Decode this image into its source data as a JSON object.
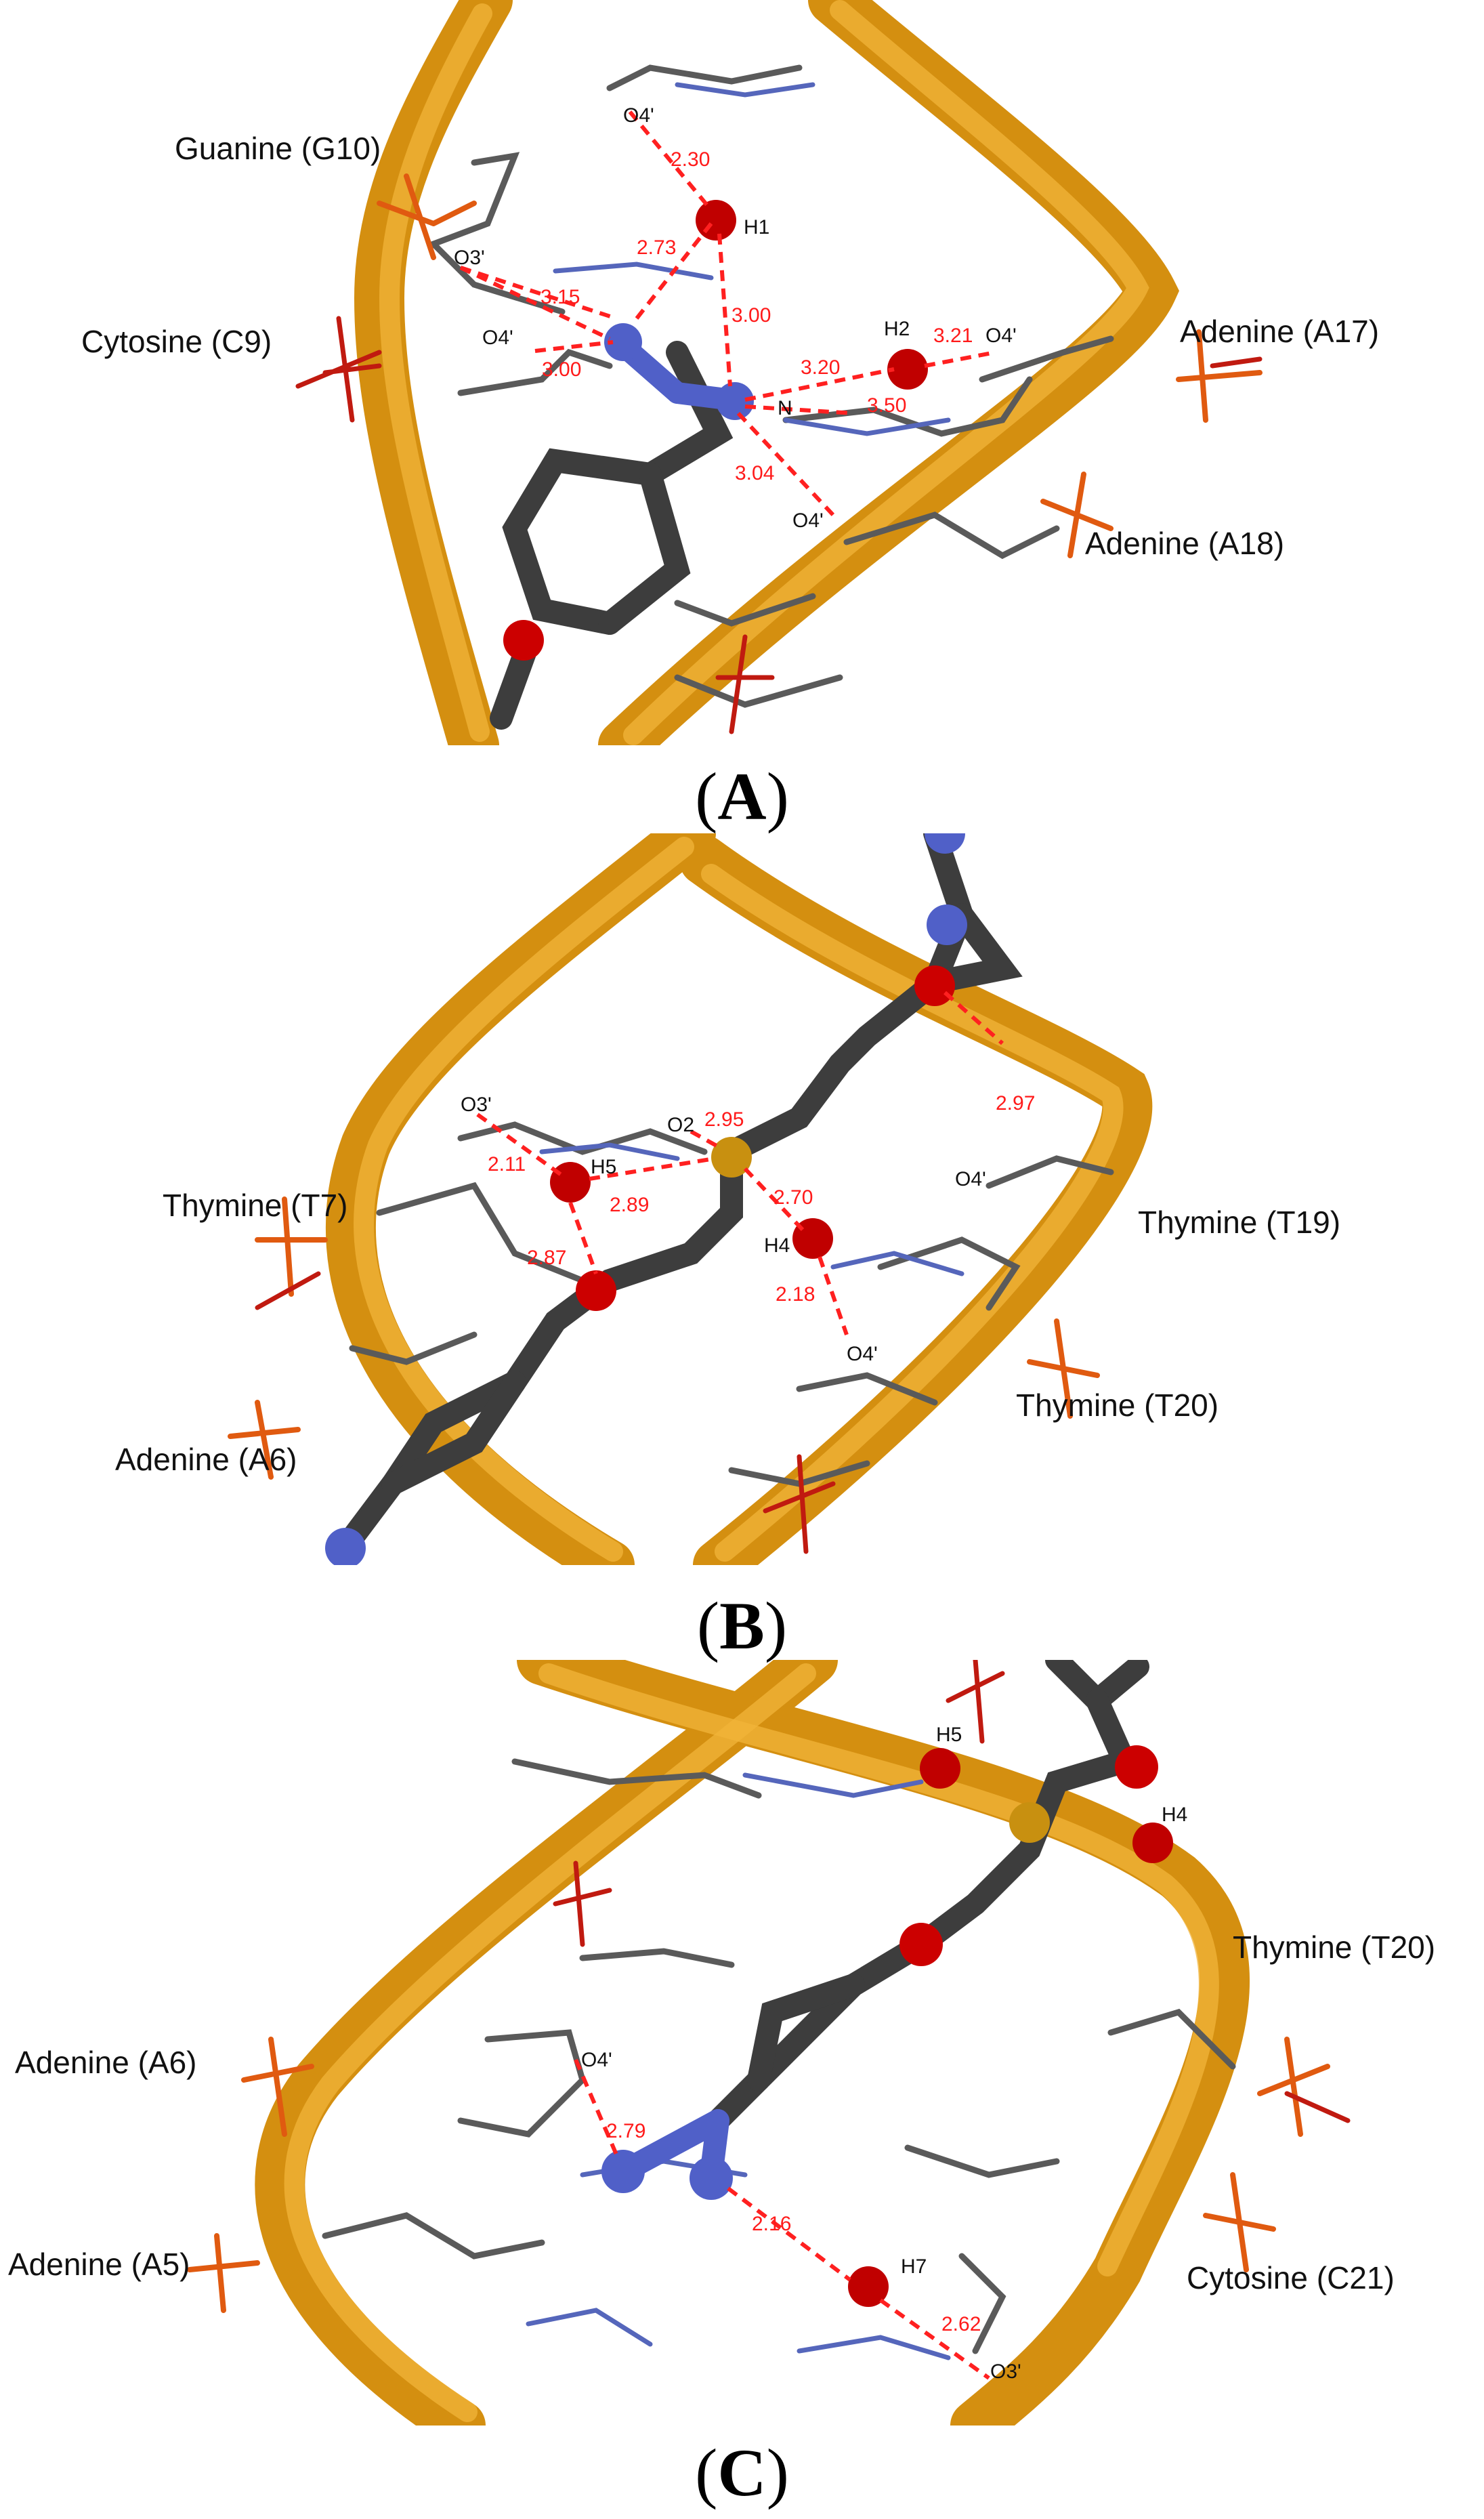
{
  "colors": {
    "ribbon": "#d48f10",
    "ribbon_highlight": "#f2b43a",
    "hbond": "#ff2020",
    "water": "#c00000",
    "carbon": "#404040",
    "nitrogen": "#5060c8",
    "sulfur": "#c89010",
    "oxygen": "#cc0000",
    "phosphate": "#e05a10"
  },
  "panels": {
    "a": {
      "caption": {
        "open": "(",
        "letter": "A",
        "close": ")"
      },
      "residues": {
        "g10": "Guanine (G10)",
        "c9": "Cytosine (C9)",
        "a17": "Adenine (A17)",
        "a18": "Adenine (A18)"
      },
      "atoms": {
        "o4_top": "O4'",
        "h1": "H1",
        "o3": "O3'",
        "o4_left": "O4'",
        "h2": "H2",
        "o4_right": "O4'",
        "n": "N",
        "o4_bottom": "O4'"
      },
      "distances": {
        "d230": "2.30",
        "d273": "2.73",
        "d315": "3.15",
        "d300a": "3.00",
        "d300b": "3.00",
        "d320": "3.20",
        "d321": "3.21",
        "d350": "3.50",
        "d304": "3.04"
      }
    },
    "b": {
      "caption": {
        "open": "(",
        "letter": "B",
        "close": ")"
      },
      "residues": {
        "t7": "Thymine (T7)",
        "t19": "Thymine (T19)",
        "t20": "Thymine (T20)",
        "a6": "Adenine (A6)"
      },
      "atoms": {
        "o3": "O3'",
        "o2": "O2",
        "h5": "H5",
        "o4_right": "O4'",
        "h4": "H4",
        "o4_bottom": "O4'"
      },
      "distances": {
        "d295": "2.95",
        "d297": "2.97",
        "d211": "2.11",
        "d289": "2.89",
        "d270": "2.70",
        "d287": "2.87",
        "d218": "2.18"
      }
    },
    "c": {
      "caption": {
        "open": "(",
        "letter": "C",
        "close": ")"
      },
      "residues": {
        "t20": "Thymine (T20)",
        "a6": "Adenine (A6)",
        "a5": "Adenine (A5)",
        "c21": "Cytosine (C21)"
      },
      "atoms": {
        "h5": "H5",
        "h4": "H4",
        "o4": "O4'",
        "h7": "H7",
        "o3": "O3'"
      },
      "distances": {
        "d279": "2.79",
        "d216": "2.16",
        "d262": "2.62"
      }
    }
  }
}
